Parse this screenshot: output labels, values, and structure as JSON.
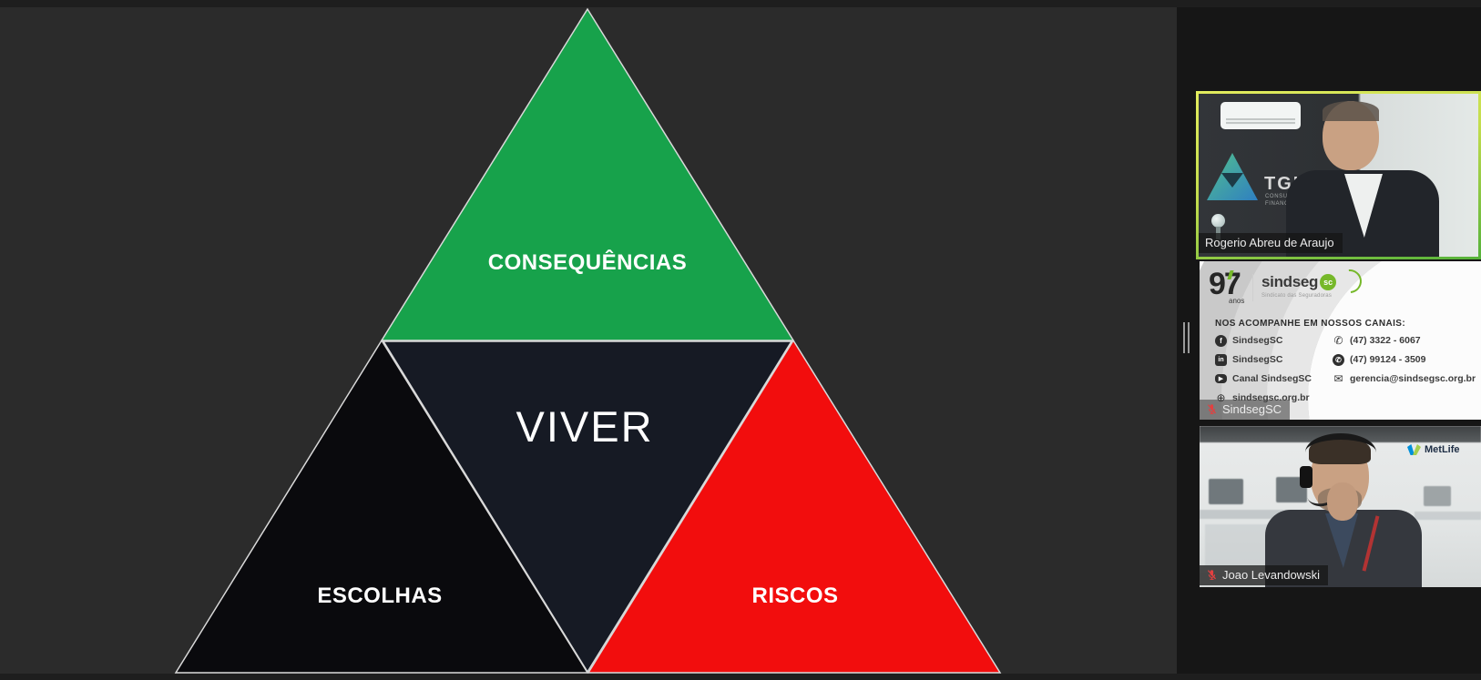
{
  "slide": {
    "title_top": "CONSEQUÊNCIAS",
    "title_center": "VIVER",
    "title_left": "ESCOLHAS",
    "title_right": "RISCOS",
    "colors": {
      "top_triangle": "#17A24B",
      "center_triangle": "#161A24",
      "left_triangle": "#0A0A0D",
      "right_triangle": "#F20D0D",
      "background": "#2B2B2B",
      "edge_stroke": "#D9D9D9"
    }
  },
  "participants": {
    "speaker": {
      "name": "Rogerio Abreu de Araujo",
      "muted": false,
      "active": true,
      "brand": "TGL",
      "brand_sub": "CONSULTORIA FINANCEIRA"
    },
    "sindseg": {
      "name": "SindsegSC",
      "muted": true,
      "panel": {
        "years_number": "97",
        "years_word": "anos",
        "logo_main": "sindseg",
        "logo_badge": "sc",
        "logo_subtitle": "Sindicato das Seguradoras",
        "heading": "NOS ACOMPANHE EM NOSSOS CANAIS:",
        "channels": [
          {
            "icon": "facebook-icon",
            "label": "SindsegSC",
            "glyph": "f"
          },
          {
            "icon": "linkedin-icon",
            "label": "SindsegSC",
            "glyph": "in"
          },
          {
            "icon": "youtube-icon",
            "label": "Canal SindsegSC",
            "glyph": "▶"
          },
          {
            "icon": "globe-icon",
            "label": "sindsegsc.org.br",
            "glyph": "⊕"
          }
        ],
        "contacts": [
          {
            "icon": "phone-icon",
            "label": "(47) 3322 - 6067",
            "glyph": "✆"
          },
          {
            "icon": "whatsapp-icon",
            "label": "(47) 99124 - 3509",
            "glyph": "✆"
          },
          {
            "icon": "email-icon",
            "label": "gerencia@sindsegsc.org.br",
            "glyph": "✉"
          }
        ]
      }
    },
    "metlife": {
      "name": "Joao Levandowski",
      "muted": true,
      "brand": "MetLife"
    }
  },
  "accent_colors": {
    "active_speaker_border_top": "#E3EC5E",
    "active_speaker_border_bottom": "#55B23A",
    "muted_mic_red": "#E24040",
    "sindseg_green": "#76B82A",
    "metlife_blue": "#0090DA",
    "metlife_green": "#A4CE4E"
  }
}
